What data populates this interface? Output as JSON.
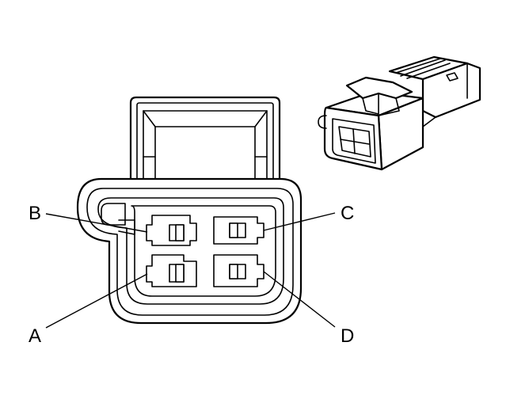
{
  "diagram": {
    "pins": [
      {
        "id": "A",
        "label": "A"
      },
      {
        "id": "B",
        "label": "B"
      },
      {
        "id": "C",
        "label": "C"
      },
      {
        "id": "D",
        "label": "D"
      }
    ]
  }
}
